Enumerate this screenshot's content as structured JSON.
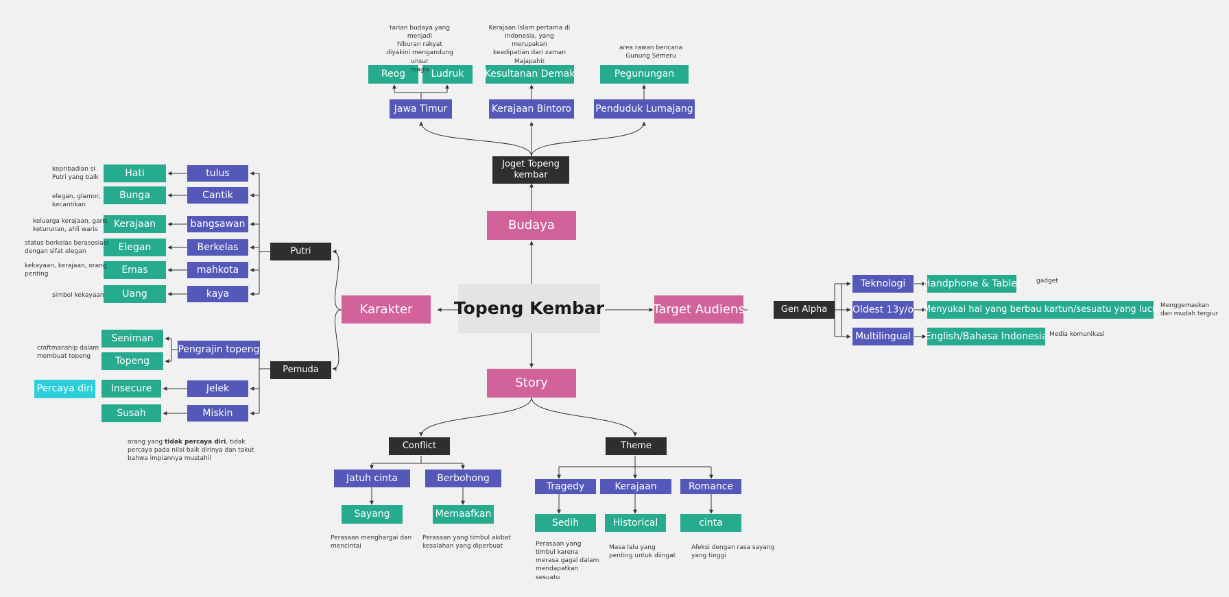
{
  "center": "Topeng Kembar",
  "budaya": {
    "label": "Budaya",
    "joget": "Joget Topeng kembar",
    "jawa_timur": "Jawa Timur",
    "reog": "Reog",
    "ludruk": "Ludruk",
    "kerajaan_bintoro": "Kerajaan Bintoro",
    "kesultanan_demak": "Kesultanan Demak",
    "penduduk_lumajang": "Penduduk Lumajang",
    "pegunungan": "Pegunungan",
    "note_jawa": "tarian budaya yang menjadi\nhiburan rakyat\ndiyakini mengandung unsur\nmagis",
    "note_demak": "Kerajaan Islam pertama di\nIndonesia, yang merupakan\nkeadipatian dari zaman\nMajapahit",
    "note_lumajang": "area rawan bencana\nGunung Semeru"
  },
  "karakter": {
    "label": "Karakter",
    "putri": {
      "label": "Putri",
      "items": [
        {
          "trait": "tulus",
          "symbol": "Hati",
          "note": "kepribadian si\nPutri yang baik"
        },
        {
          "trait": "Cantik",
          "symbol": "Bunga",
          "note": "elegan, glamor,\nkecantikan"
        },
        {
          "trait": "bangsawan",
          "symbol": "Kerajaan",
          "note": "keluarga kerajaan, garis\nketurunan, ahli waris"
        },
        {
          "trait": "Berkelas",
          "symbol": "Elegan",
          "note": "status berkelas berasosiasi\ndengan sifat elegan"
        },
        {
          "trait": "mahkota",
          "symbol": "Emas",
          "note": "kekayaan, kerajaan, orang\npenting"
        },
        {
          "trait": "kaya",
          "symbol": "Uang",
          "note": "simbol kekayaan"
        }
      ]
    },
    "pemuda": {
      "label": "Pemuda",
      "pengrajin": "Pengrajin topeng",
      "seniman": "Seniman",
      "topeng": "Topeng",
      "note_craft": "craftmanship dalam\nmembuat topeng",
      "jelek": "Jelek",
      "insecure": "Insecure",
      "percaya_diri": "Percaya diri",
      "miskin": "Miskin",
      "susah": "Susah",
      "note_pre": "orang yang ",
      "note_bold": "tidak percaya diri",
      "note_post": ", tidak\npercaya pada nilai baik dirinya dan takut\nbahwa impiannya mustahil"
    }
  },
  "target": {
    "label": "Target Audiens",
    "gen_alpha": "Gen Alpha",
    "teknologi": "Teknologi",
    "handphone": "Handphone & Tablet",
    "note_gadget": "gadget",
    "oldest": "Oldest 13y/o",
    "menyukai": "Menyukai hal yang berbau kartun/sesuatu yang lucu",
    "note_gemas": "Menggemaskan\ndan mudah tergiur",
    "multilingual": "Multilingual",
    "english": "English/Bahasa Indonesia",
    "note_media": "Media komunikasi"
  },
  "story": {
    "label": "Story",
    "conflict": "Conflict",
    "jatuh_cinta": "Jatuh cinta",
    "sayang": "Sayang",
    "note_sayang": "Perasaan menghargai dan\nmencintai",
    "berbohong": "Berbohong",
    "memaafkan": "Memaafkan",
    "note_maaf": "Perasaan yang timbul akibat\nkesalahan yang diperbuat",
    "theme": "Theme",
    "tragedy": "Tragedy",
    "sedih": "Sedih",
    "note_sedih": "Perasaan yang\ntimbul karena\nmerasa gagal dalam\nmendapatkan\nsesuatu",
    "kerajaan": "Kerajaan",
    "historical": "Historical",
    "note_hist": "Masa lalu yang\npenting untuk diingat",
    "romance": "Romance",
    "cinta": "cinta",
    "note_cinta": "Afeksi dengan rasa sayang\nyang tinggi"
  },
  "colors": {
    "blue": "#5458b8",
    "green": "#26ab8f",
    "dark": "#2e2e2e",
    "pink": "#d1639a",
    "cyan": "#2ccfd9",
    "center": "#e4e4e4"
  }
}
